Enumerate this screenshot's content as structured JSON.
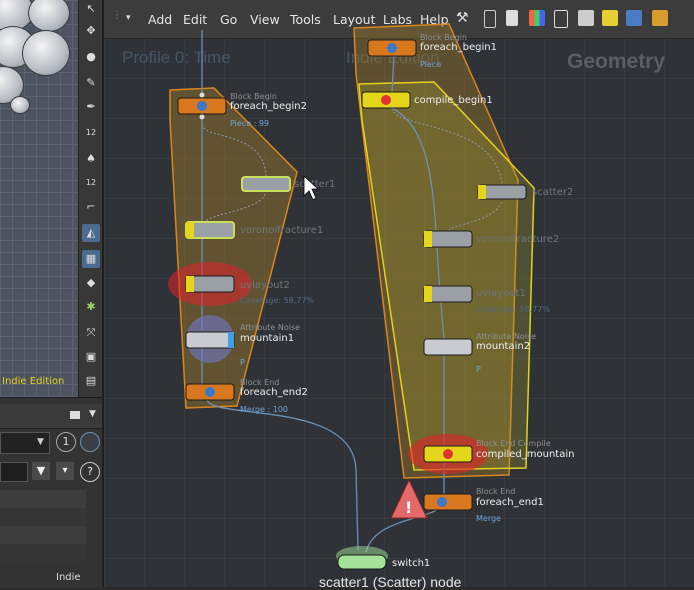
{
  "menu": {
    "items": [
      "Add",
      "Edit",
      "Go",
      "View",
      "Tools",
      "Layout",
      "Labs",
      "Help"
    ]
  },
  "network": {
    "context_title": "Geometry",
    "profile_title": "Profile 0: Time",
    "edition_watermark": "Indie Edition",
    "footer_label": "scatter1 (Scatter) node"
  },
  "viewport": {
    "edition_label": "Indie Edition"
  },
  "leftpanel": {
    "count_badge": "1",
    "bottom_label": "Indie"
  },
  "nodes": {
    "foreach_begin2": {
      "type": "Block Begin",
      "name": "foreach_begin2",
      "info": "Piece : 99"
    },
    "scatter1": {
      "name": "scatter1"
    },
    "voronoifracture1": {
      "name": "voronoifracture1"
    },
    "uvlayout2": {
      "name": "uvlayout2",
      "info": "Coverage: 58.77%"
    },
    "mountain1": {
      "type": "Attribute Noise",
      "name": "mountain1",
      "flag": "P"
    },
    "foreach_end2": {
      "type": "Block End",
      "name": "foreach_end2",
      "info": "Merge : 100"
    },
    "foreach_begin1": {
      "type": "Block Begin",
      "name": "foreach_begin1",
      "info": "Piece"
    },
    "compile_begin1": {
      "name": "compile_begin1"
    },
    "scatter2": {
      "name": "scatter2"
    },
    "voronoifracture2": {
      "name": "voronoifracture2"
    },
    "uvlayout1": {
      "name": "uvlayout1",
      "info": "Coverage: 58.77%"
    },
    "mountain2": {
      "type": "Attribute Noise",
      "name": "mountain2",
      "flag": "P"
    },
    "compiled_mountain": {
      "type": "Block End Compile",
      "name": "compiled_mountain"
    },
    "foreach_end1": {
      "type": "Block End",
      "name": "foreach_end1",
      "info": "Merge"
    },
    "switch1": {
      "name": "switch1"
    }
  },
  "colors": {
    "node_orange": "#d9771f",
    "node_yellow": "#e4d61b",
    "node_grey": "#9aa0a6",
    "node_green": "#a6e39a",
    "bypass_highlight": "#c9e15a",
    "error_red": "#e3212a",
    "wire": "#6c8fb3",
    "block_fill": "#b5892e"
  }
}
